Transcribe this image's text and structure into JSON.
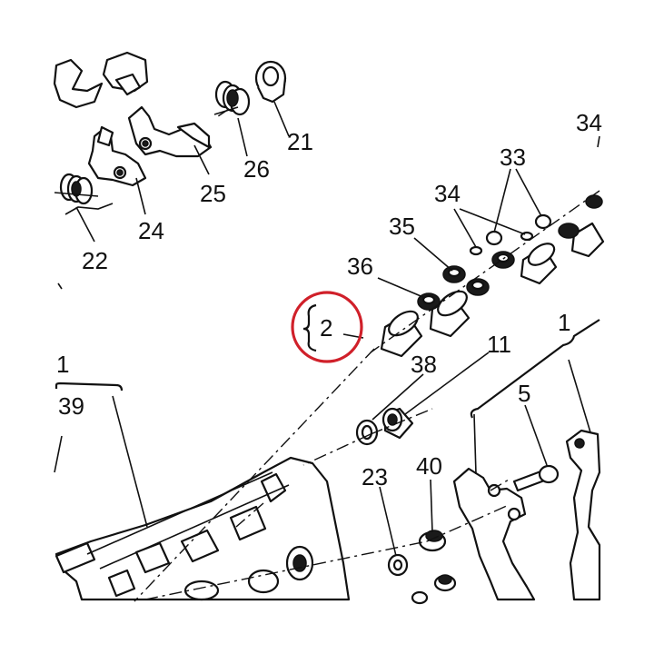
{
  "diagram": {
    "labels": [
      {
        "id": "21",
        "text": "21"
      },
      {
        "id": "26",
        "text": "26"
      },
      {
        "id": "25",
        "text": "25"
      },
      {
        "id": "24",
        "text": "24"
      },
      {
        "id": "22",
        "text": "22"
      },
      {
        "id": "34a",
        "text": "34"
      },
      {
        "id": "34b",
        "text": "34"
      },
      {
        "id": "33",
        "text": "33"
      },
      {
        "id": "35",
        "text": "35"
      },
      {
        "id": "36",
        "text": "36"
      },
      {
        "id": "2",
        "text": "2"
      },
      {
        "id": "11",
        "text": "11"
      },
      {
        "id": "38",
        "text": "38"
      },
      {
        "id": "1a",
        "text": "1"
      },
      {
        "id": "1b",
        "text": "1"
      },
      {
        "id": "39",
        "text": "39"
      },
      {
        "id": "5",
        "text": "5"
      },
      {
        "id": "23",
        "text": "23"
      },
      {
        "id": "40",
        "text": "40"
      }
    ],
    "highlight_color": "#d0202a",
    "line_color": "#111111"
  }
}
